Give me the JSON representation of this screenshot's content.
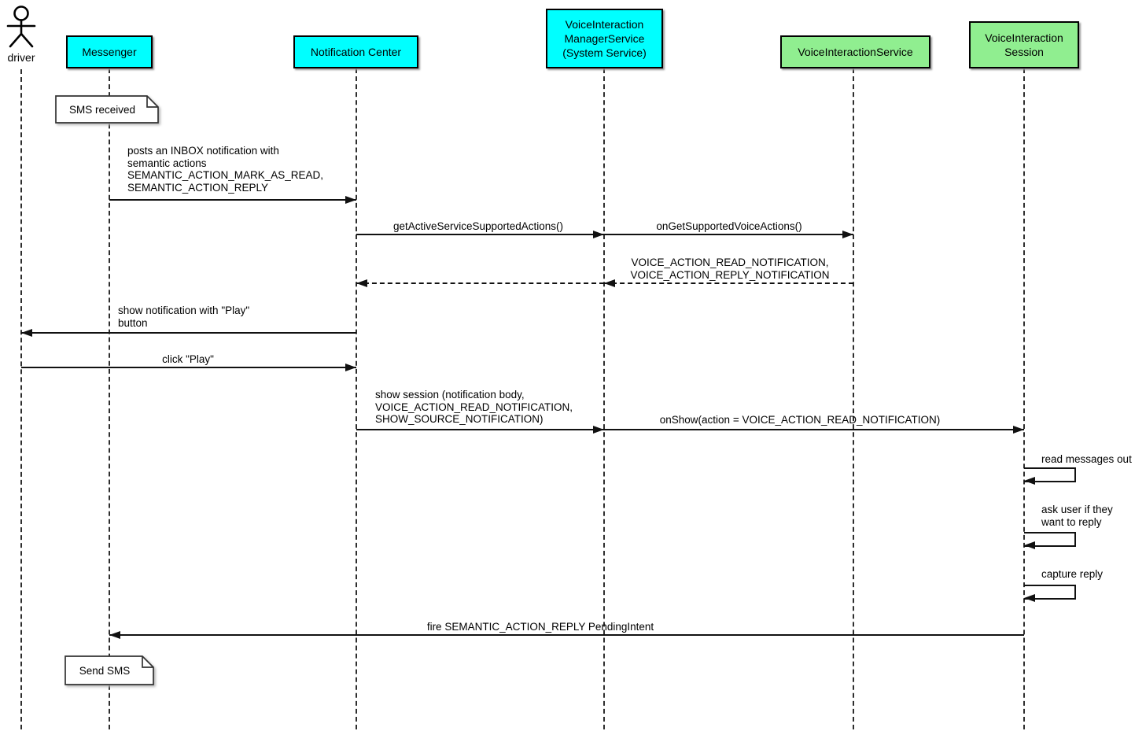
{
  "diagram": {
    "type": "uml-sequence-diagram",
    "topic": "Android voice interaction notification flow"
  },
  "colors": {
    "system_participant": "#00ffff",
    "voice_participant": "#90ee90",
    "line": "#111111",
    "background": "#ffffff"
  },
  "actor": {
    "label": "driver"
  },
  "participants": [
    {
      "label": "Messenger",
      "kind": "system"
    },
    {
      "label": "Notification Center",
      "kind": "system"
    },
    {
      "label": "VoiceInteraction\nManagerService\n(System Service)",
      "kind": "system"
    },
    {
      "label": "VoiceInteractionService",
      "kind": "voice"
    },
    {
      "label": "VoiceInteraction\nSession",
      "kind": "voice"
    }
  ],
  "notes": [
    {
      "label": "SMS received",
      "attached_to": "Messenger"
    },
    {
      "label": "Send SMS",
      "attached_to": "Messenger"
    }
  ],
  "messages": [
    {
      "from": "Messenger",
      "to": "Notification Center",
      "style": "solid",
      "label": "posts an INBOX notification with\nsemantic actions\nSEMANTIC_ACTION_MARK_AS_READ,\nSEMANTIC_ACTION_REPLY"
    },
    {
      "from": "Notification Center",
      "to": "VoiceInteractionManagerService",
      "style": "solid",
      "label": "getActiveServiceSupportedActions()"
    },
    {
      "from": "VoiceInteractionManagerService",
      "to": "VoiceInteractionService",
      "style": "solid",
      "label": "onGetSupportedVoiceActions()"
    },
    {
      "from": "VoiceInteractionService",
      "to": "VoiceInteractionManagerService",
      "style": "dashed",
      "label": "VOICE_ACTION_READ_NOTIFICATION,\nVOICE_ACTION_REPLY_NOTIFICATION"
    },
    {
      "from": "VoiceInteractionManagerService",
      "to": "Notification Center",
      "style": "dashed",
      "label": ""
    },
    {
      "from": "Notification Center",
      "to": "driver",
      "style": "solid",
      "label": "show notification with \"Play\"\nbutton"
    },
    {
      "from": "driver",
      "to": "Notification Center",
      "style": "solid",
      "label": "click \"Play\""
    },
    {
      "from": "Notification Center",
      "to": "VoiceInteractionManagerService",
      "style": "solid",
      "label": "show session (notification body,\nVOICE_ACTION_READ_NOTIFICATION,\nSHOW_SOURCE_NOTIFICATION)"
    },
    {
      "from": "VoiceInteractionManagerService",
      "to": "VoiceInteractionSession",
      "style": "solid",
      "label": "onShow(action = VOICE_ACTION_READ_NOTIFICATION)"
    },
    {
      "from": "VoiceInteractionSession",
      "to": "VoiceInteractionSession",
      "style": "self",
      "label": "read messages out"
    },
    {
      "from": "VoiceInteractionSession",
      "to": "VoiceInteractionSession",
      "style": "self",
      "label": "ask user if they\nwant to reply"
    },
    {
      "from": "VoiceInteractionSession",
      "to": "VoiceInteractionSession",
      "style": "self",
      "label": "capture reply"
    },
    {
      "from": "VoiceInteractionSession",
      "to": "Messenger",
      "style": "solid",
      "label": "fire SEMANTIC_ACTION_REPLY PendingIntent"
    }
  ]
}
